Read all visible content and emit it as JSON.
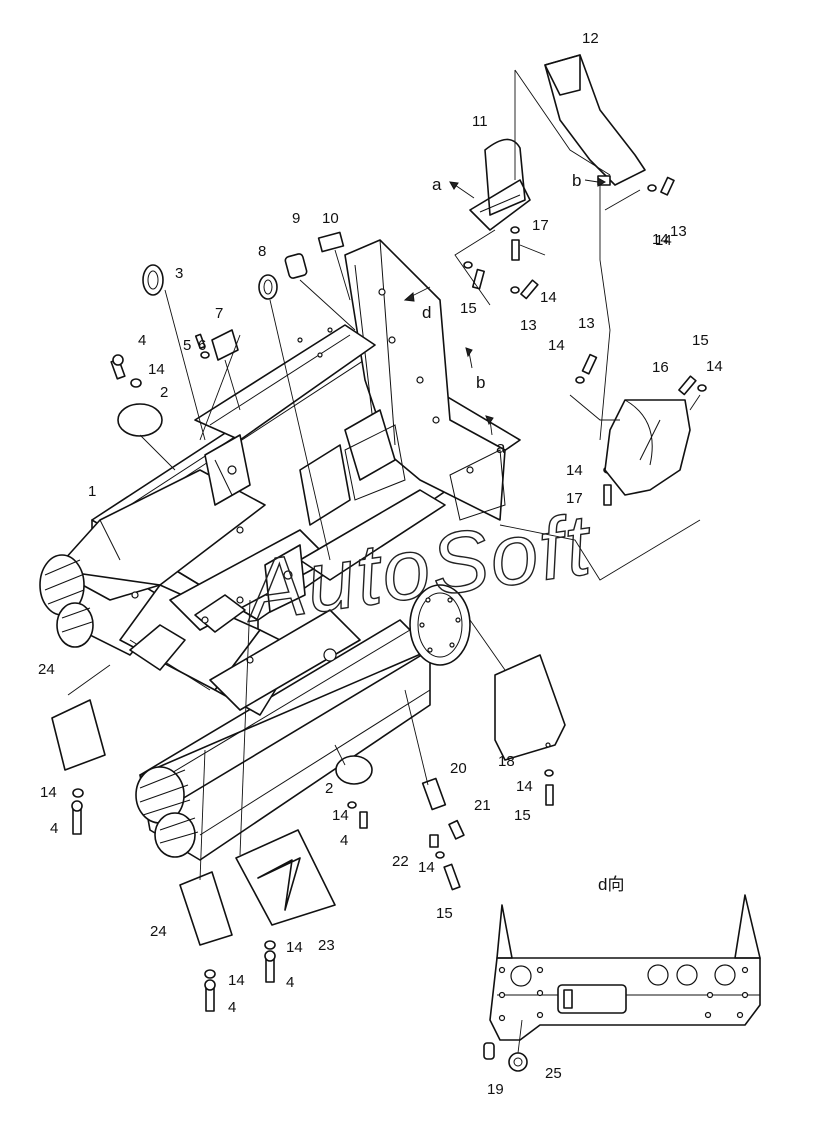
{
  "diagram": {
    "view_label": "d向",
    "watermark": "AutoSoft",
    "callouts": [
      {
        "id": "a_marker_top",
        "text": "a"
      },
      {
        "id": "b_marker_top",
        "text": "b"
      },
      {
        "id": "d_marker",
        "text": "d"
      },
      {
        "id": "b_marker_frame",
        "text": "b"
      },
      {
        "id": "a_marker_frame",
        "text": "a"
      }
    ],
    "part_numbers": [
      "1",
      "2",
      "3",
      "4",
      "14",
      "5",
      "6",
      "7",
      "8",
      "9",
      "10",
      "11",
      "12",
      "14",
      "17",
      "13",
      "14",
      "15",
      "14",
      "13",
      "13",
      "14",
      "15",
      "14",
      "16",
      "14",
      "17",
      "24",
      "14",
      "4",
      "2",
      "14",
      "4",
      "20",
      "21",
      "22",
      "14",
      "15",
      "18",
      "14",
      "15",
      "24",
      "23",
      "14",
      "4",
      "14",
      "4",
      "19",
      "25"
    ]
  }
}
